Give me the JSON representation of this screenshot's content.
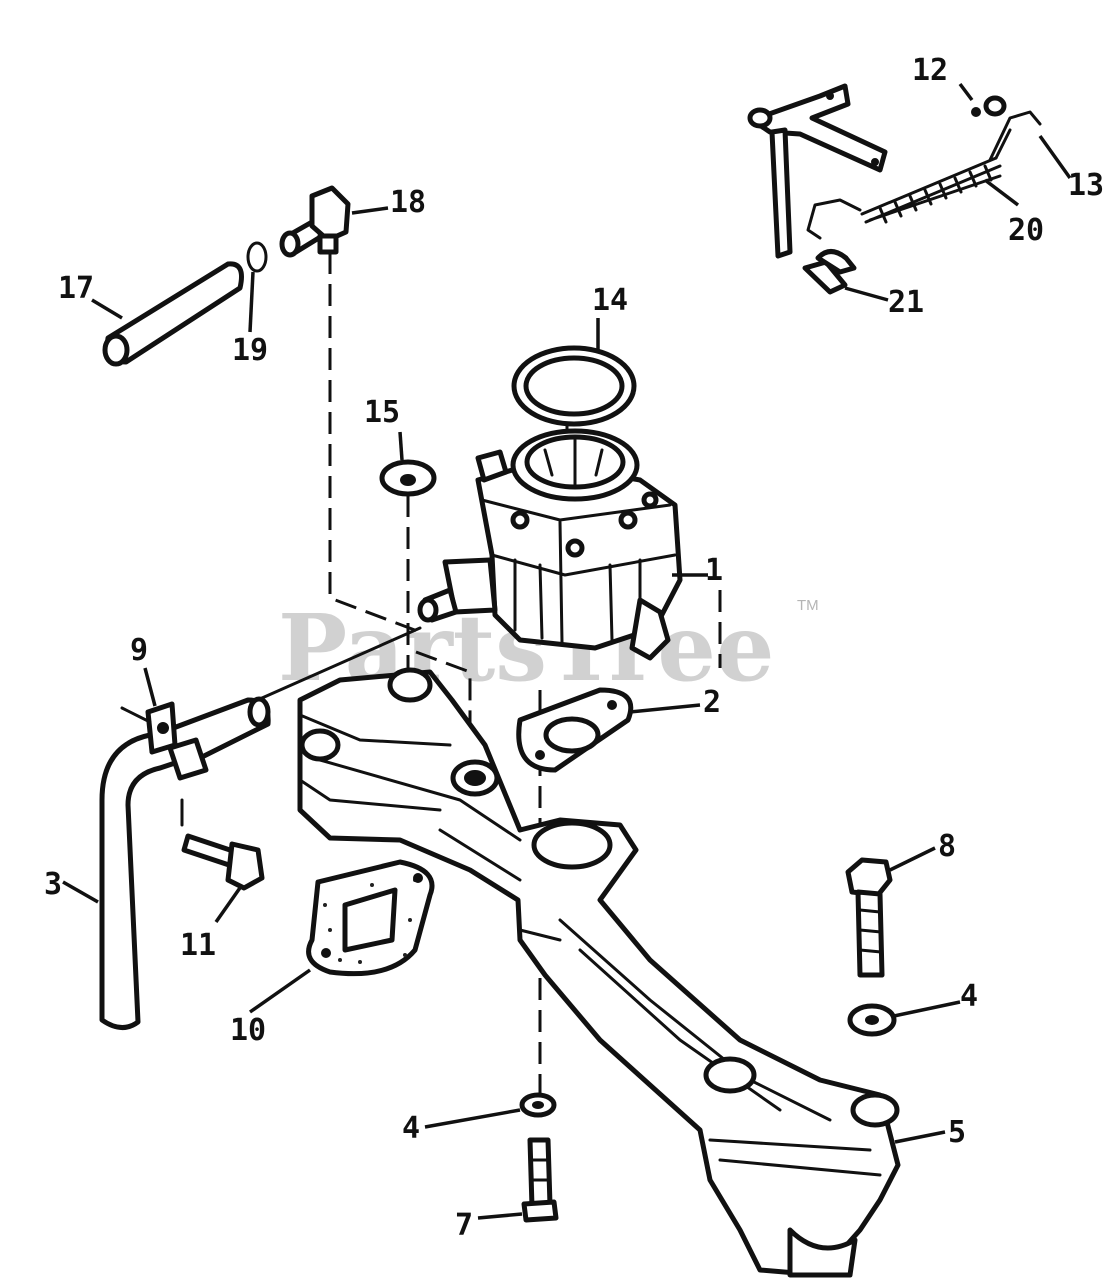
{
  "watermark": {
    "text": "PartsTree",
    "trademark": "TM"
  },
  "callouts": [
    "1",
    "2",
    "3",
    "4",
    "4",
    "5",
    "7",
    "8",
    "9",
    "10",
    "11",
    "12",
    "13",
    "14",
    "15",
    "17",
    "18",
    "19",
    "20",
    "21"
  ]
}
